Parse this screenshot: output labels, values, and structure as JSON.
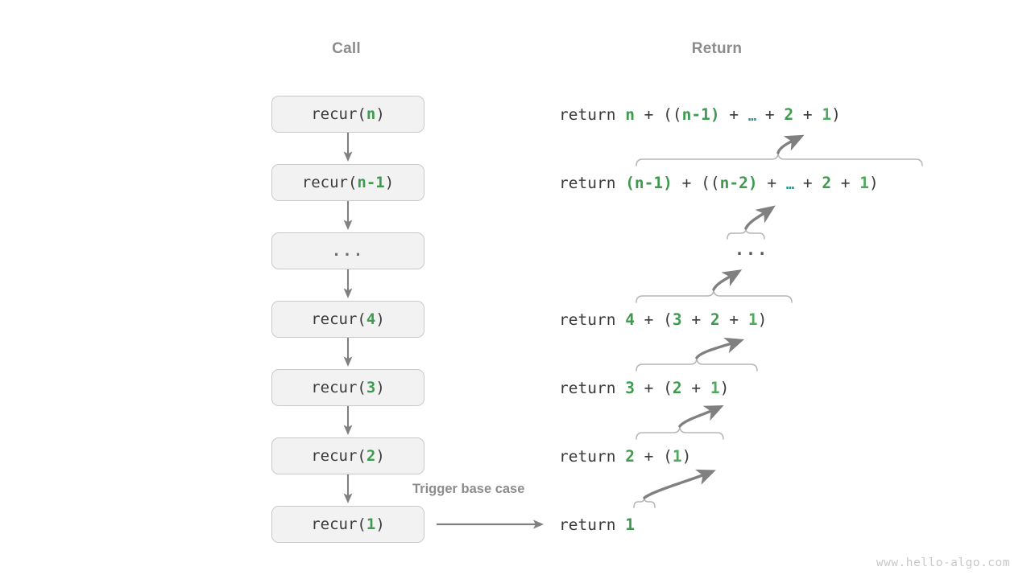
{
  "page": {
    "background": "#ffffff",
    "watermark": "www.hello-algo.com"
  },
  "colors": {
    "box_fill": "#f2f2f2",
    "box_border": "#c9c9c9",
    "arrow": "#808080",
    "brace": "#b0b0b0",
    "text": "#3b3b3b",
    "accent_green": "#3f9a50",
    "accent_teal": "#2b8f8f",
    "header_gray": "#8c8c8c",
    "watermark_gray": "#c8c8c8"
  },
  "headers": {
    "call": "Call",
    "return": "Return"
  },
  "call_stack": {
    "items": [
      {
        "prefix": "recur(",
        "arg": "n",
        "suffix": ")",
        "is_dots": false
      },
      {
        "prefix": "recur(",
        "arg": "n-1",
        "suffix": ")",
        "is_dots": false
      },
      {
        "prefix": "",
        "arg": "...",
        "suffix": "",
        "is_dots": true
      },
      {
        "prefix": "recur(",
        "arg": "4",
        "suffix": ")",
        "is_dots": false
      },
      {
        "prefix": "recur(",
        "arg": "3",
        "suffix": ")",
        "is_dots": false
      },
      {
        "prefix": "recur(",
        "arg": "2",
        "suffix": ")",
        "is_dots": false
      },
      {
        "prefix": "recur(",
        "arg": "1",
        "suffix": ")",
        "is_dots": false
      }
    ]
  },
  "returns": {
    "keyword": "return",
    "lines": [
      {
        "id": "ret-n",
        "text": "return n + ((n-1) + … + 2 + 1)"
      },
      {
        "id": "ret-n1",
        "text": "return (n-1) + ((n-2) + … + 2 + 1)"
      },
      {
        "id": "ret-dots",
        "text": "..."
      },
      {
        "id": "ret-4",
        "text": "return 4 + (3 + 2 + 1)"
      },
      {
        "id": "ret-3",
        "text": "return 3 + (2 + 1)"
      },
      {
        "id": "ret-2",
        "text": "return 2 + (1)"
      },
      {
        "id": "ret-1",
        "text": "return 1"
      }
    ],
    "tokens": {
      "line1": {
        "kw": "return ",
        "a": "n",
        "op1": " + ",
        "open": "((",
        "b": "n-1",
        "close1": ")",
        "op2": " + ",
        "ell": "…",
        "op3": " + ",
        "c": "2",
        "op4": " + ",
        "d": "1",
        "close2": ")"
      },
      "line2": {
        "kw": "return ",
        "a": "(n-1)",
        "op1": " + ",
        "open": "((",
        "b": "n-2",
        "close1": ")",
        "op2": " + ",
        "ell": "…",
        "op3": " + ",
        "c": "2",
        "op4": " + ",
        "d": "1",
        "close2": ")"
      },
      "line4": {
        "kw": "return ",
        "a": "4",
        "op1": " + ",
        "open": "(",
        "b": "3",
        "op2": " + ",
        "c": "2",
        "op3": " + ",
        "d": "1",
        "close": ")"
      },
      "line5": {
        "kw": "return ",
        "a": "3",
        "op1": " + ",
        "open": "(",
        "b": "2",
        "op2": " + ",
        "c": "1",
        "close": ")"
      },
      "line6": {
        "kw": "return ",
        "a": "2",
        "op1": " + ",
        "open": "(",
        "b": "1",
        "close": ")"
      },
      "line7": {
        "kw": "return ",
        "a": "1"
      },
      "middle_dots": "..."
    }
  },
  "annotations": {
    "trigger_base_case": "Trigger base case"
  }
}
